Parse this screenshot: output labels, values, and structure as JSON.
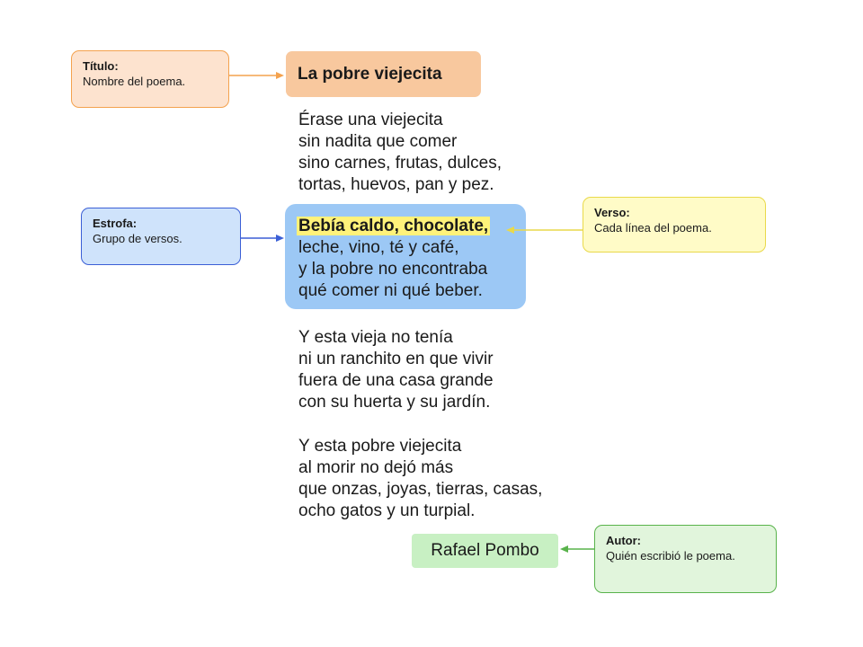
{
  "callouts": {
    "title": {
      "heading": "Título:",
      "text": "Nombre del poema."
    },
    "stanza": {
      "heading": "Estrofa:",
      "text": "Grupo de versos."
    },
    "verse": {
      "heading": "Verso:",
      "text": "Cada línea del poema."
    },
    "author": {
      "heading": "Autor:",
      "text": "Quién escribió le poema."
    }
  },
  "poem": {
    "title": "La pobre viejecita",
    "stanzas": [
      [
        "Érase una viejecita",
        "sin nadita que comer",
        "sino carnes, frutas, dulces,",
        "tortas, huevos, pan y pez."
      ],
      [
        "Bebía caldo, chocolate,",
        "leche, vino, té y café,",
        "y la pobre no encontraba",
        "qué comer ni qué beber."
      ],
      [
        "Y esta vieja no tenía",
        "ni un ranchito en que vivir",
        "fuera de una casa grande",
        "con su huerta y su jardín."
      ],
      [
        "Y esta pobre viejecita",
        "al morir no dejó más",
        "que onzas, joyas, tierras, casas,",
        "ocho gatos y un turpial."
      ]
    ],
    "author": "Rafael Pombo"
  },
  "colors": {
    "title_accent": "#f4a24e",
    "stanza_accent": "#3b5fd6",
    "verse_accent": "#e9d94a",
    "author_accent": "#59b34b"
  }
}
